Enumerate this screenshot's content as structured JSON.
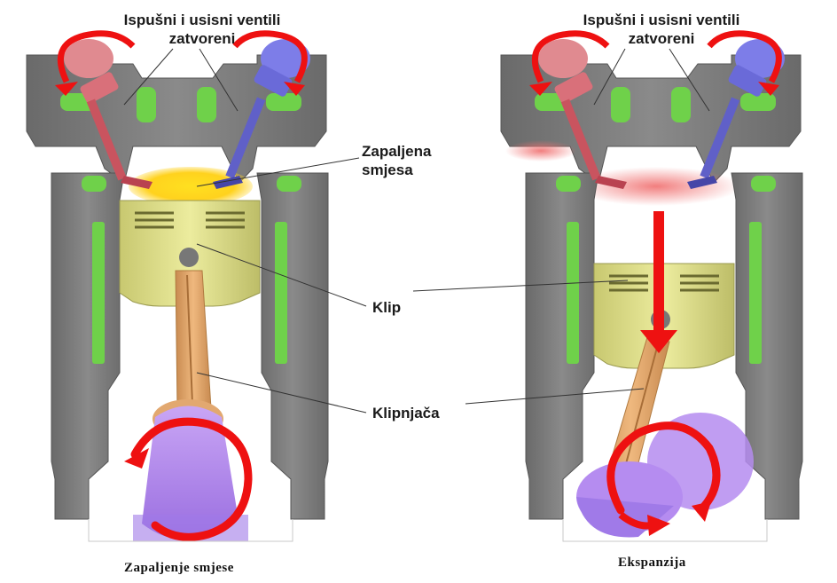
{
  "labels": {
    "valves_closed_line1": "Ispušni i usisni ventili",
    "valves_closed_line2": "zatvoreni",
    "ignited_mixture_line1": "Zapaljena",
    "ignited_mixture_line2": "smjesa",
    "piston": "Klip",
    "connecting_rod": "Klipnjača"
  },
  "captions": {
    "left": "Zapaljenje smjese",
    "right": "Ekspanzija"
  },
  "colors": {
    "engine_block": "#7d7d7d",
    "coolant": "#6fd14a",
    "exhaust_valve": "#d9707a",
    "intake_valve": "#7d7de8",
    "piston": "#dcdc8c",
    "connecting_rod": "#e0a46a",
    "crankshaft": "#b58cf0",
    "arrow": "#ee1111",
    "mixture": "#ffd21e"
  }
}
